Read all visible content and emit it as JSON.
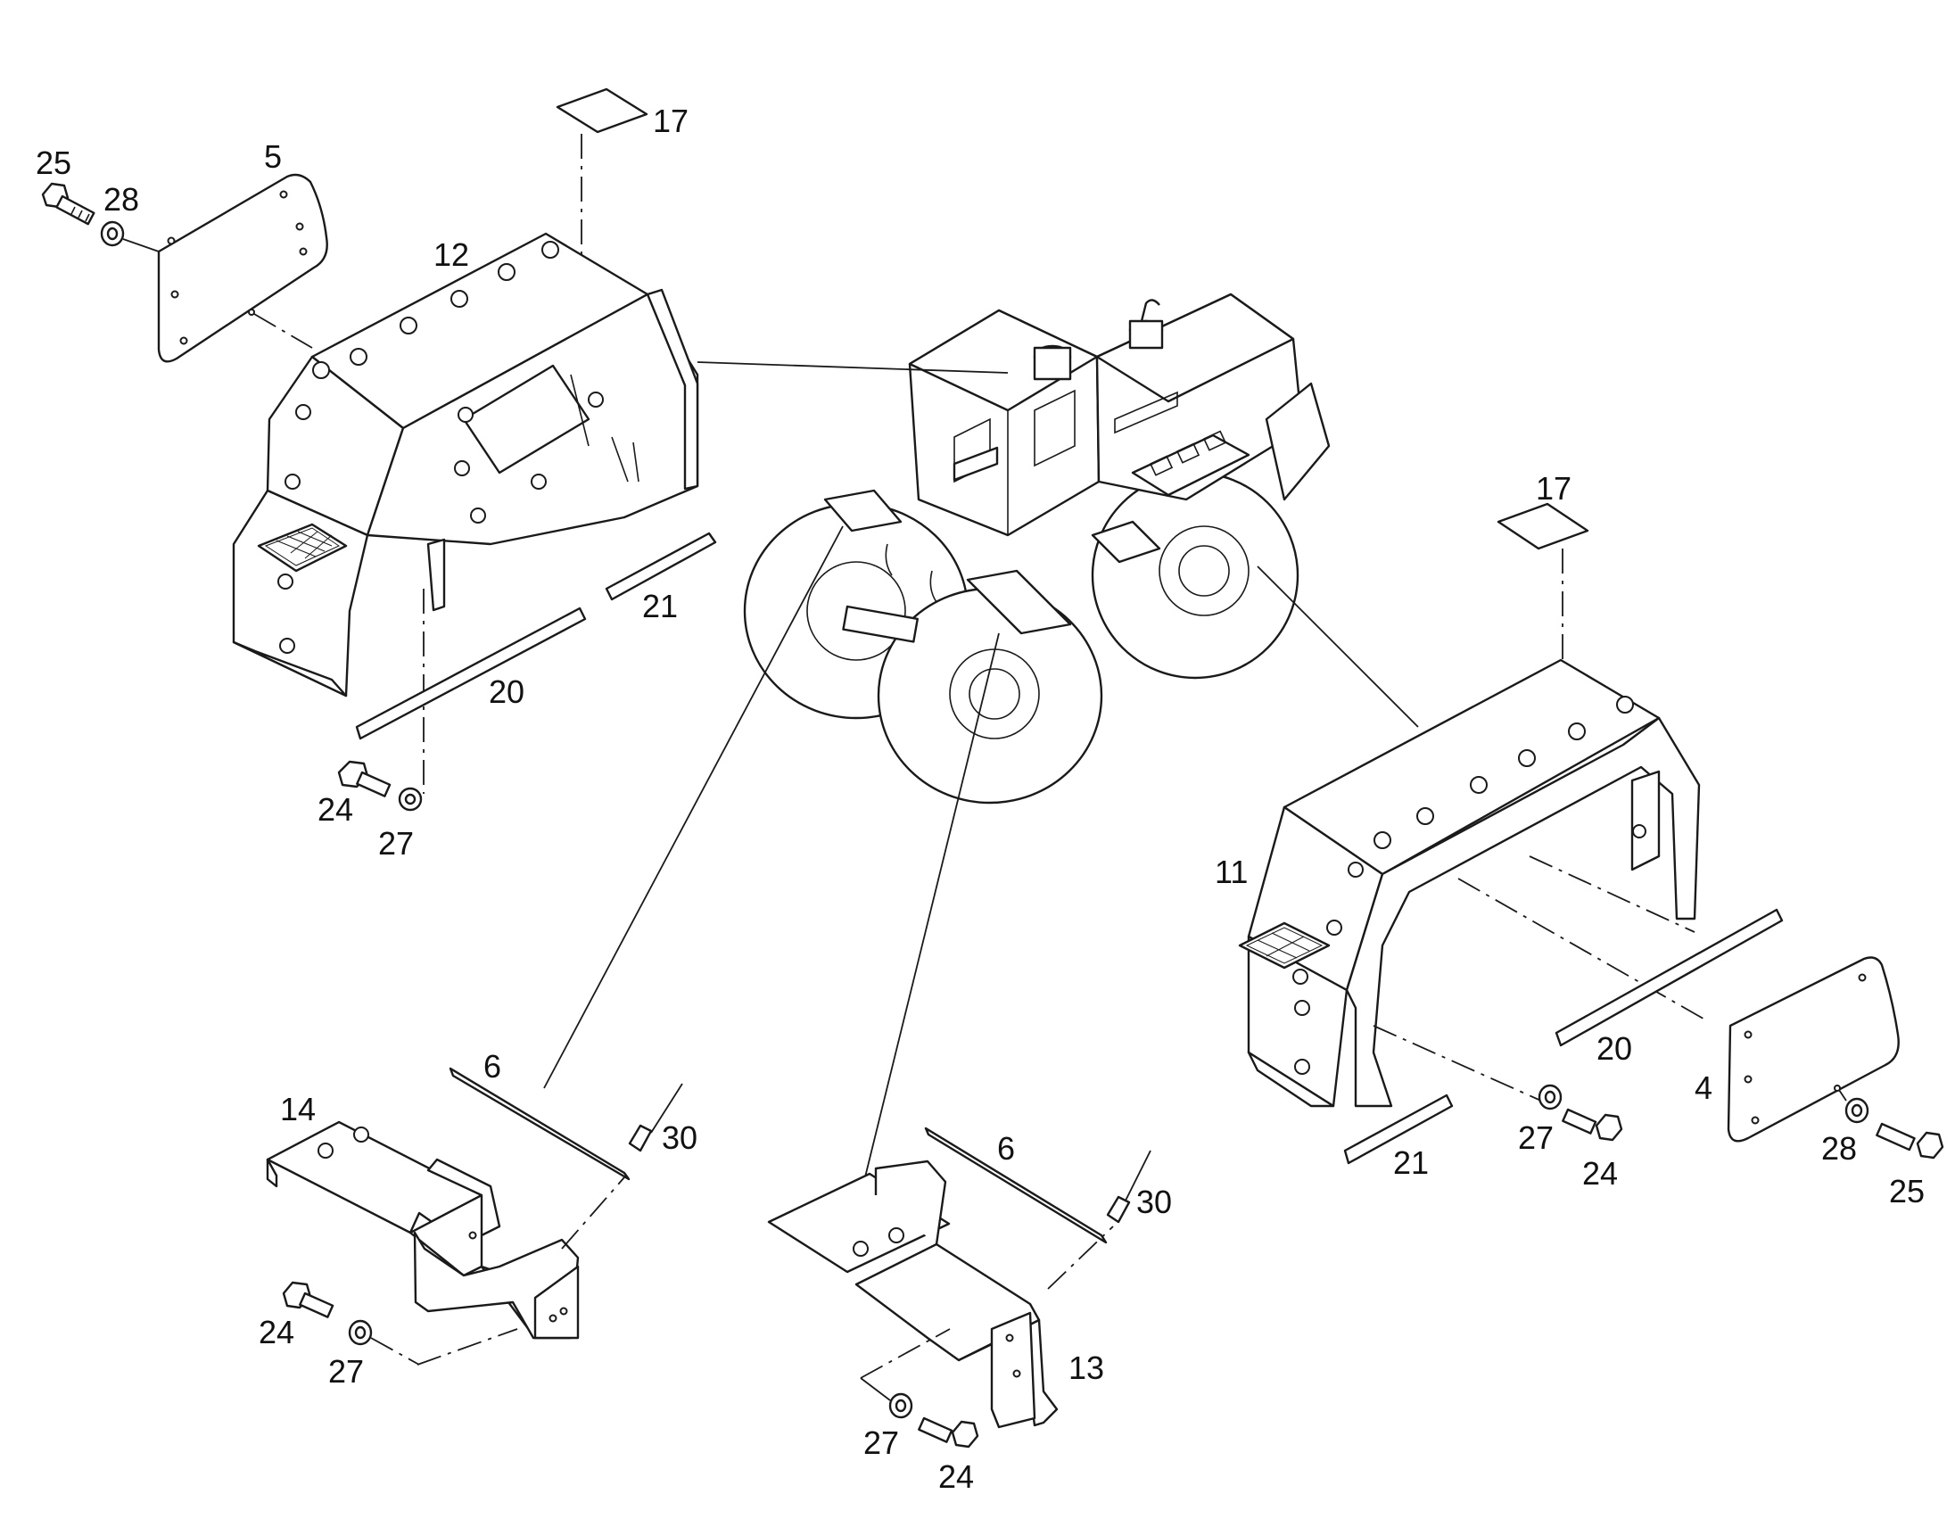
{
  "diagram": {
    "line_color": "#1a1a1a",
    "background": "#ffffff",
    "callouts": [
      {
        "id": "c17a",
        "text": "17"
      },
      {
        "id": "c25a",
        "text": "25"
      },
      {
        "id": "c5",
        "text": "5"
      },
      {
        "id": "c28a",
        "text": "28"
      },
      {
        "id": "c12",
        "text": "12"
      },
      {
        "id": "c21a",
        "text": "21"
      },
      {
        "id": "c20a",
        "text": "20"
      },
      {
        "id": "c24a",
        "text": "24"
      },
      {
        "id": "c27a",
        "text": "27"
      },
      {
        "id": "c17b",
        "text": "17"
      },
      {
        "id": "c11",
        "text": "11"
      },
      {
        "id": "c20b",
        "text": "20"
      },
      {
        "id": "c4",
        "text": "4"
      },
      {
        "id": "c27b",
        "text": "27"
      },
      {
        "id": "c24b",
        "text": "24"
      },
      {
        "id": "c28b",
        "text": "28"
      },
      {
        "id": "c25b",
        "text": "25"
      },
      {
        "id": "c21b",
        "text": "21"
      },
      {
        "id": "c6a",
        "text": "6"
      },
      {
        "id": "c14",
        "text": "14"
      },
      {
        "id": "c30a",
        "text": "30"
      },
      {
        "id": "c24c",
        "text": "24"
      },
      {
        "id": "c27c",
        "text": "27"
      },
      {
        "id": "c6b",
        "text": "6"
      },
      {
        "id": "c30b",
        "text": "30"
      },
      {
        "id": "c13",
        "text": "13"
      },
      {
        "id": "c27d",
        "text": "27"
      },
      {
        "id": "c24d",
        "text": "24"
      }
    ]
  }
}
